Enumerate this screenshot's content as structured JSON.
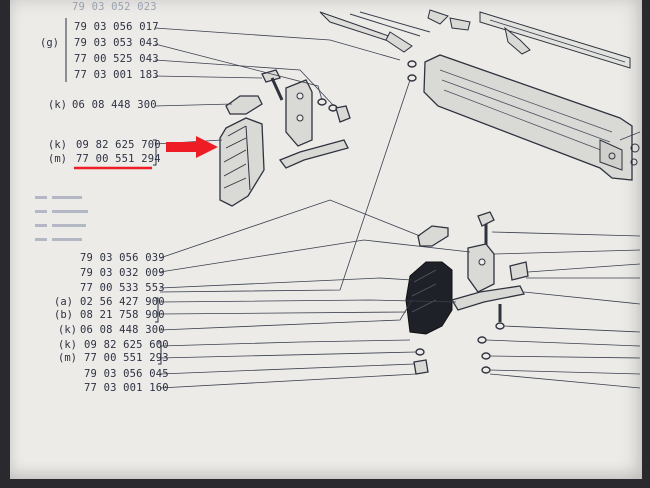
{
  "top_group": [
    {
      "prefix": "",
      "number": "79 03 056 017"
    },
    {
      "prefix": "(g)",
      "number": "79 03 053 043"
    },
    {
      "prefix": "",
      "number": "77 00 525 043"
    },
    {
      "prefix": "",
      "number": "77 03 001 183"
    }
  ],
  "top_cut_number": "79 03 052 023",
  "upper_label": {
    "prefix": "(k)",
    "number": "06 08 448 300"
  },
  "highlight": {
    "pair": [
      {
        "prefix": "(k)",
        "number": "09 82 625 700"
      },
      {
        "prefix": "(m)",
        "number": "77 00 551 294"
      }
    ],
    "arrow_color": "#ee1c25",
    "underline_color": "#ee1c25"
  },
  "lower_group": [
    {
      "prefix": "",
      "number": "79 03 056 039"
    },
    {
      "prefix": "",
      "number": "79 03 032 009"
    },
    {
      "prefix": "",
      "number": "77 00 533 553"
    },
    {
      "prefix": "(a)",
      "number": "02 56 427 900"
    },
    {
      "prefix": "(b)",
      "number": "08 21 758 900"
    },
    {
      "prefix": "(k)",
      "number": "06 08 448 300"
    },
    {
      "prefix": "(k)",
      "number": "09 82 625 600"
    },
    {
      "prefix": "(m)",
      "number": "77 00 551 293"
    },
    {
      "prefix": "",
      "number": "79 03 056 045"
    },
    {
      "prefix": "",
      "number": "77 03 001 160"
    }
  ]
}
